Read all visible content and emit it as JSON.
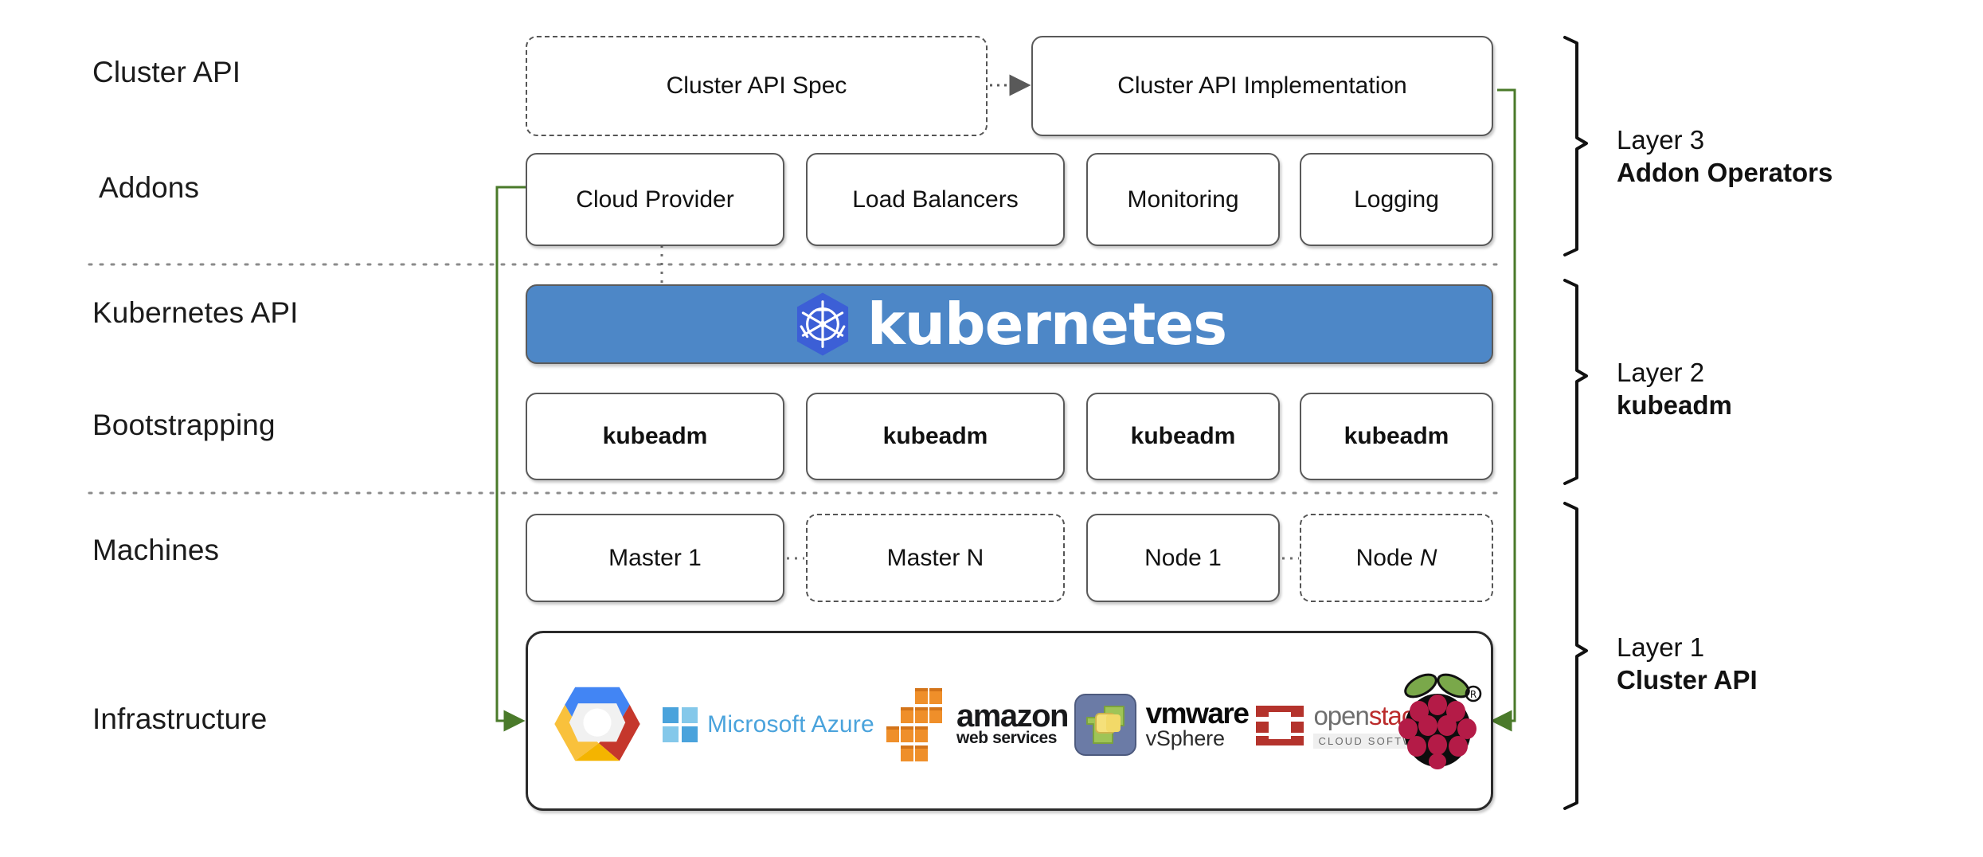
{
  "diagram": {
    "title": "Kubernetes Cluster API layered architecture",
    "accent_green": "#4a7a2a",
    "banner_blue": "#4d87c7",
    "logo_blue": "#3c5fd6",
    "border_gray": "#595959"
  },
  "row_labels": [
    {
      "id": "cluster-api",
      "text": "Cluster API"
    },
    {
      "id": "addons",
      "text": "Addons"
    },
    {
      "id": "kubernetes-api",
      "text": "Kubernetes API"
    },
    {
      "id": "bootstrapping",
      "text": "Bootstrapping"
    },
    {
      "id": "machines",
      "text": "Machines"
    },
    {
      "id": "infrastructure",
      "text": "Infrastructure"
    }
  ],
  "cluster_api_row": {
    "spec": {
      "label": "Cluster API Spec",
      "style": "dashed"
    },
    "implementation": {
      "label": "Cluster API Implementation",
      "style": "solid"
    }
  },
  "addons_row": [
    {
      "label": "Cloud Provider"
    },
    {
      "label": "Load Balancers"
    },
    {
      "label": "Monitoring"
    },
    {
      "label": "Logging"
    }
  ],
  "kubernetes_banner": {
    "wordmark": "kubernetes",
    "logo_name": "kubernetes-helm-wheel-icon"
  },
  "bootstrapping_row": [
    {
      "label": "kubeadm"
    },
    {
      "label": "kubeadm"
    },
    {
      "label": "kubeadm"
    },
    {
      "label": "kubeadm"
    }
  ],
  "machines_row": [
    {
      "label": "Master 1",
      "label_plain": "Master 1",
      "italic_suffix": "",
      "style": "solid"
    },
    {
      "label": "Master N",
      "label_plain": "Master N",
      "italic_suffix": "",
      "style": "dashed"
    },
    {
      "label": "Node 1",
      "label_plain": "Node 1",
      "italic_suffix": "",
      "style": "solid"
    },
    {
      "label": "Node N",
      "label_plain": "Node ",
      "italic_suffix": "N",
      "style": "dashed"
    }
  ],
  "infrastructure_logos": [
    {
      "id": "google-cloud-platform",
      "name": "Google Cloud Platform"
    },
    {
      "id": "microsoft-azure",
      "name": "Microsoft Azure",
      "text": "Microsoft Azure"
    },
    {
      "id": "amazon-web-services",
      "name": "Amazon Web Services",
      "word": "amazon",
      "sub_a": "web",
      "sub_b": "services"
    },
    {
      "id": "vmware-vsphere",
      "name": "VMware vSphere",
      "word": "vmware",
      "sub": "vSphere"
    },
    {
      "id": "openstack",
      "name": "OpenStack Cloud Software",
      "word_a": "open",
      "word_b": "stack",
      "sub": "CLOUD SOFTWARE"
    },
    {
      "id": "raspberry-pi",
      "name": "Raspberry Pi"
    }
  ],
  "layers": [
    {
      "id": "layer-3",
      "number": "Layer 3",
      "name": "Addon Operators"
    },
    {
      "id": "layer-2",
      "number": "Layer 2",
      "name": "kubeadm"
    },
    {
      "id": "layer-1",
      "number": "Layer 1",
      "name": "Cluster API"
    }
  ]
}
